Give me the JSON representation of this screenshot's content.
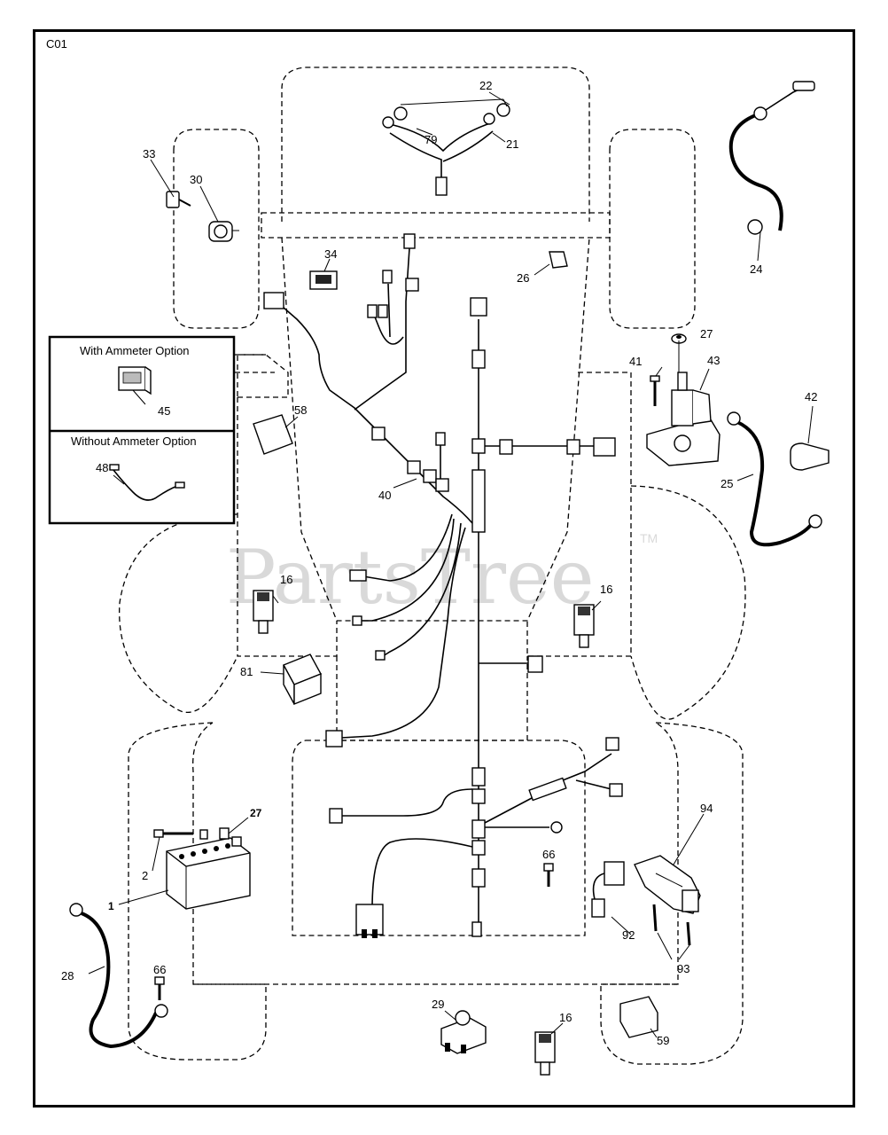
{
  "diagram": {
    "code": "C01",
    "watermark": "PartsTree",
    "watermark_tm": "TM",
    "options": {
      "with_ammeter": "With Ammeter Option",
      "without_ammeter": "Without Ammeter Option"
    },
    "callouts": {
      "c22": "22",
      "c79": "79",
      "c21": "21",
      "c33": "33",
      "c30": "30",
      "c34": "34",
      "c26": "26",
      "c24": "24",
      "c27a": "27",
      "c41": "41",
      "c43": "43",
      "c42": "42",
      "c25": "25",
      "c45": "45",
      "c48": "48",
      "c58": "58",
      "c40": "40",
      "c16a": "16",
      "c16b": "16",
      "c16c": "16",
      "c81": "81",
      "c94": "94",
      "c66a": "66",
      "c66b": "66",
      "c92": "92",
      "c93": "93",
      "c27b": "27",
      "c2": "2",
      "c1": "1",
      "c28": "28",
      "c29": "29",
      "c59": "59"
    }
  }
}
